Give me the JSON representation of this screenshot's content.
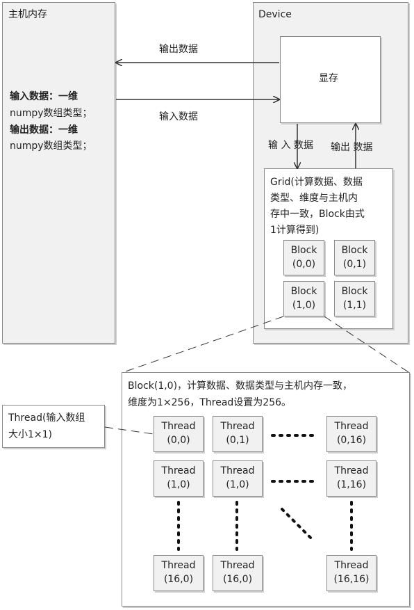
{
  "host": {
    "title": "主机内存",
    "input_line1": "输入数据：一维",
    "input_line2": "numpy数组类型；",
    "output_line1": "输出数据：一维",
    "output_line2": "numpy数组类型；"
  },
  "device": {
    "title": "Device",
    "memory": "显存",
    "output_arrow_label": "输出数据",
    "input_arrow_label": "输入数据",
    "down_arrow_label": "输 入 数据",
    "up_arrow_label": "输出 数据",
    "grid_desc": [
      "Grid(计算数据、数据",
      "类型、维度与主机内",
      "存中一致，Block由式",
      "1计算得到)"
    ],
    "blocks": [
      {
        "name": "Block",
        "index": "(0,0)"
      },
      {
        "name": "Block",
        "index": "(0,1)"
      },
      {
        "name": "Block",
        "index": "(1,0)"
      },
      {
        "name": "Block",
        "index": "(1,1)"
      }
    ]
  },
  "block_detail": {
    "desc": [
      "Block(1,0)，计算数据、数据类型与主机内存一致，",
      "维度为1×256，Thread设置为256。"
    ],
    "threads": [
      {
        "name": "Thread",
        "index": "(0,0)"
      },
      {
        "name": "Thread",
        "index": "(0,1)"
      },
      {
        "name": "Thread",
        "index": "(0,16)"
      },
      {
        "name": "Thread",
        "index": "(1,0)"
      },
      {
        "name": "Thread",
        "index": "(1,0)"
      },
      {
        "name": "Thread",
        "index": "(1,16)"
      },
      {
        "name": "Thread",
        "index": "(16,0)"
      },
      {
        "name": "Thread",
        "index": "(16,0)"
      },
      {
        "name": "Thread",
        "index": "(16,16)"
      }
    ]
  },
  "thread_note": [
    "Thread(输入数组",
    "大小1×1)"
  ]
}
